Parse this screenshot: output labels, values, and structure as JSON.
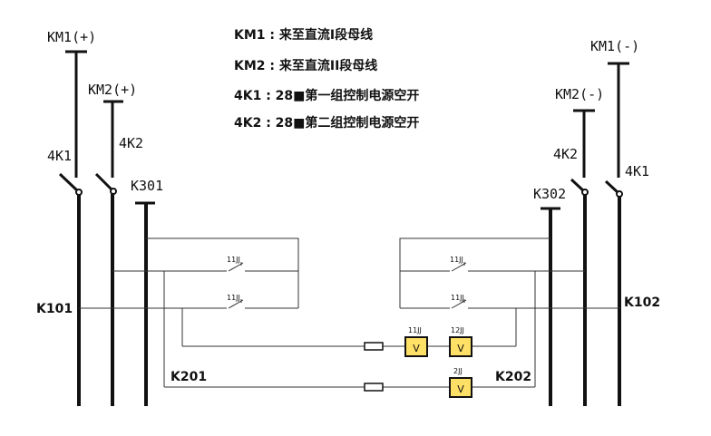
{
  "legend": [
    "KM1 : 来至直流I段母线",
    "KM2 : 来至直流II段母线",
    "4K1 : 28■第一组控制电源空开",
    "4K2 : 28■第二组控制电源空开"
  ],
  "labels": {
    "km1_pos": "KM1(+)",
    "km2_pos": "KM2(+)",
    "km1_neg": "KM1(-)",
    "km2_neg": "KM2(-)",
    "k4_2_left": "4K2",
    "k4_1_left": "4K1",
    "k4_2_right": "4K2",
    "k4_1_right": "4K1",
    "k301": "K301",
    "k302": "K302",
    "k101": "K101",
    "k102": "K102",
    "k201": "K201",
    "k202": "K202",
    "c11jj_top_left": "11JJ",
    "c11jj_mid_left": "11JJ",
    "c11jj_top_right": "11JJ",
    "c11jj_mid_right": "11JJ",
    "relay_11jj": "11JJ",
    "relay_12jj": "12JJ",
    "relay_2jj": "2JJ",
    "coil_symbol": "V"
  }
}
